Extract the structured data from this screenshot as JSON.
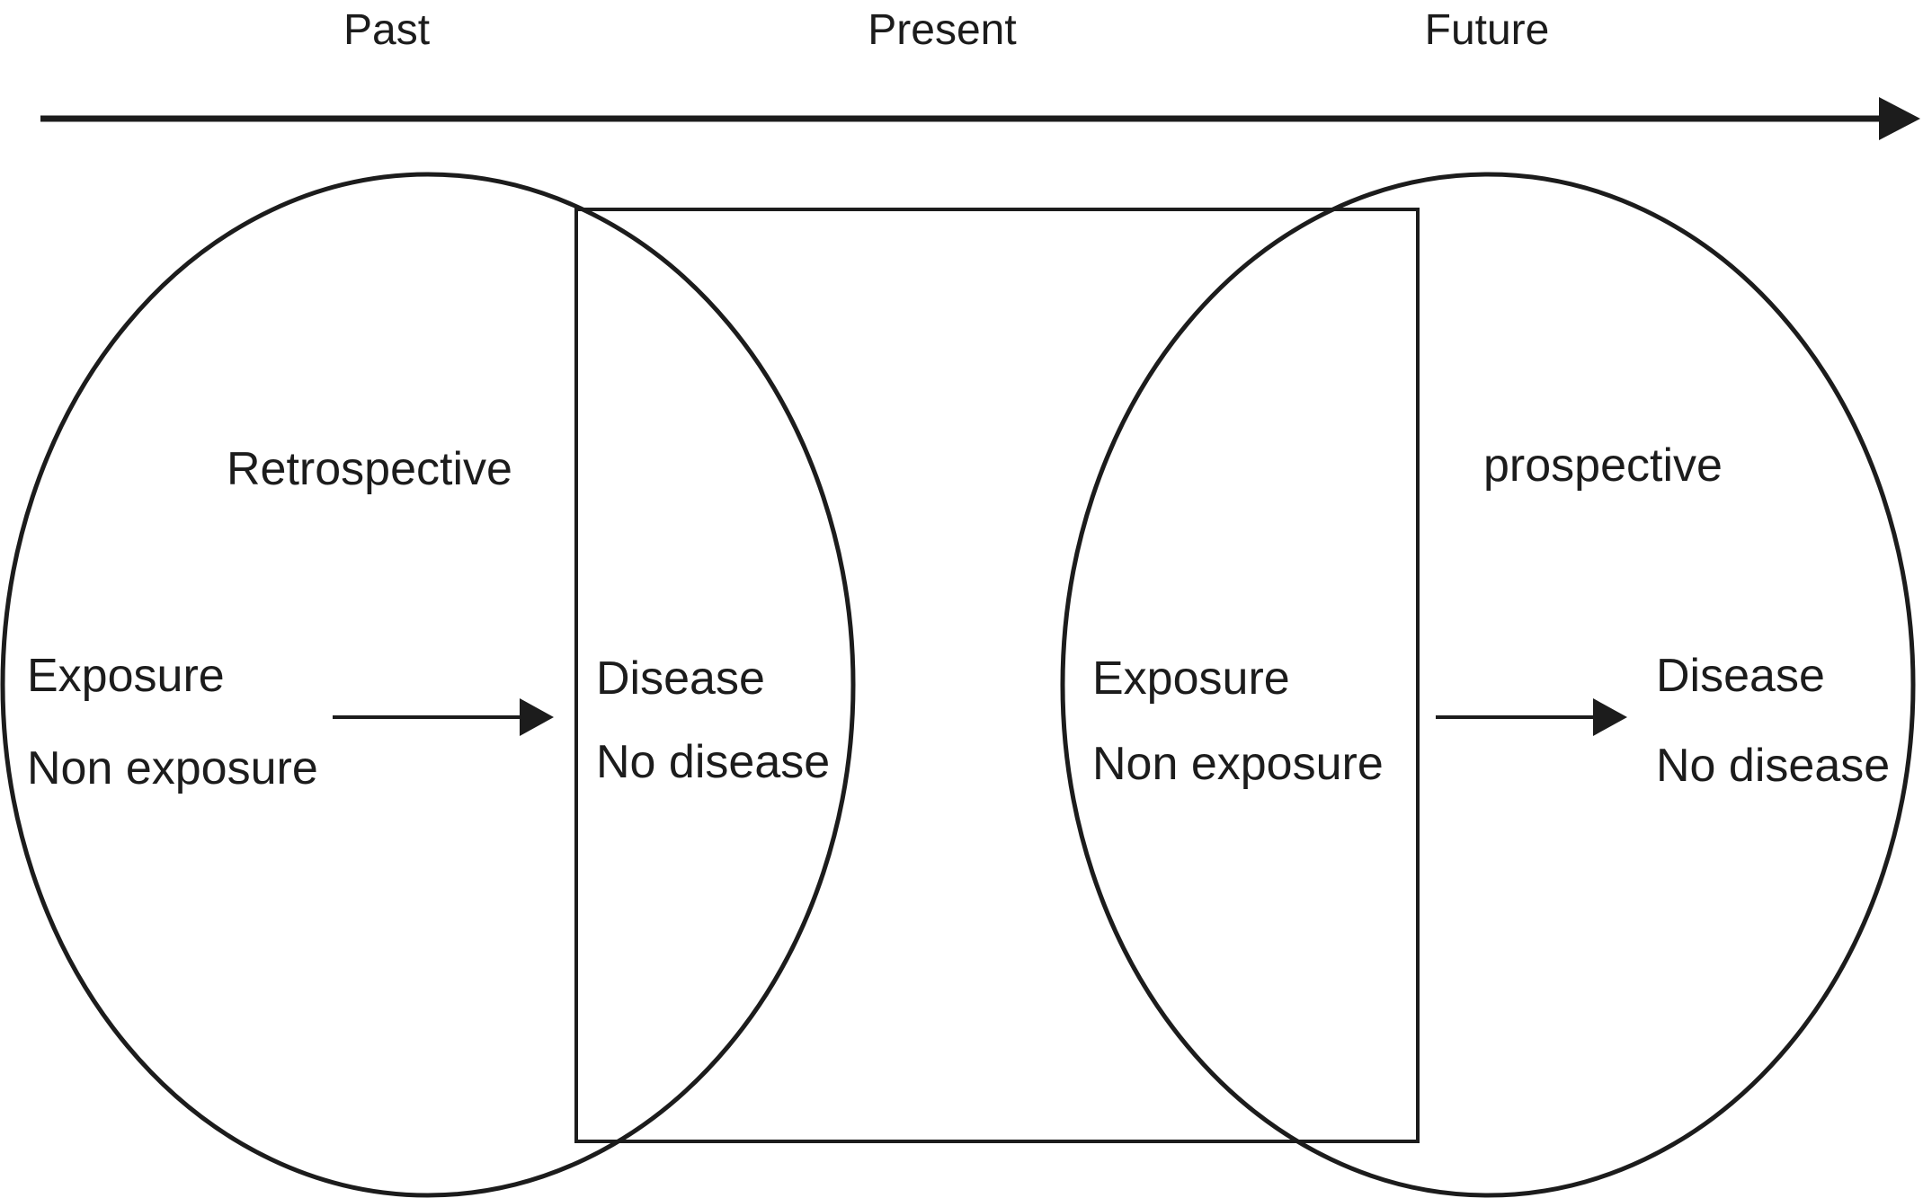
{
  "timeline": {
    "labels": {
      "past": "Past",
      "present": "Present",
      "future": "Future"
    }
  },
  "retrospective_study": {
    "label": "Retrospective",
    "groups": [
      "Exposure",
      "Non exposure"
    ],
    "outcomes": [
      "Disease",
      "No disease"
    ]
  },
  "prospective_study": {
    "label": "prospective",
    "groups": [
      "Exposure",
      "Non exposure"
    ],
    "outcomes": [
      "Disease",
      "No disease"
    ]
  },
  "colors": {
    "stroke": "#1c1c1c",
    "background": "#ffffff"
  }
}
